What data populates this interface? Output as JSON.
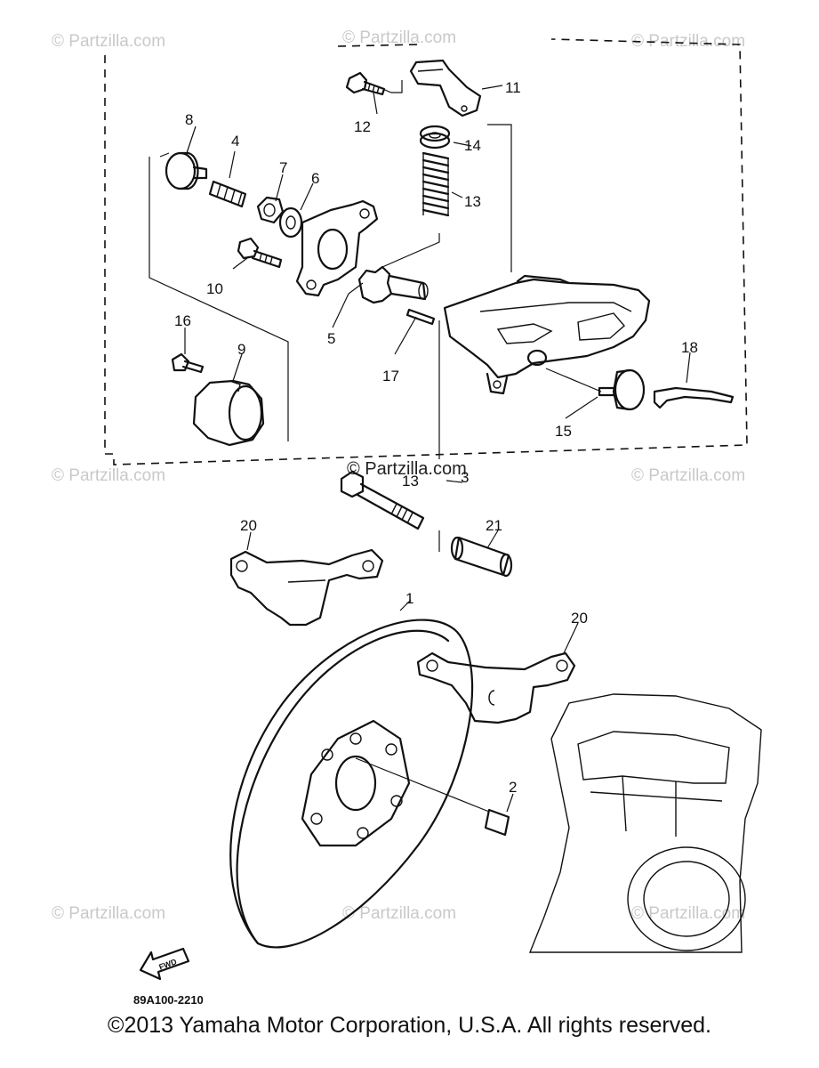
{
  "watermark": "© Partzilla.com",
  "watermark_center": "© Partzilla.com",
  "diagram_code": "89A100-2210",
  "fwd_label": "FWD",
  "copyright": "©2013 Yamaha Motor Corporation, U.S.A. All rights reserved.",
  "callouts": [
    "1",
    "2",
    "3",
    "4",
    "5",
    "6",
    "7",
    "8",
    "9",
    "10",
    "11",
    "12",
    "13",
    "14",
    "15",
    "16",
    "17",
    "18",
    "20",
    "20",
    "21",
    "13"
  ]
}
